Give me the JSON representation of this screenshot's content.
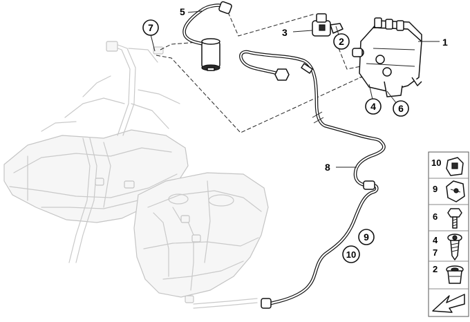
{
  "callouts": {
    "c1": "1",
    "c2": "2",
    "c3": "3",
    "c4": "4",
    "c5": "5",
    "c6": "6",
    "c7": "7",
    "c8": "8",
    "c9": "9",
    "c10": "10"
  },
  "legend": {
    "rows": [
      {
        "label": "10",
        "icon": "clip-holder-icon"
      },
      {
        "label": "9",
        "icon": "cable-clip-icon"
      },
      {
        "label": "6",
        "icon": "hex-bolt-icon"
      },
      {
        "label": "4\n7",
        "line1": "4",
        "line2": "7",
        "icon": "torx-screw-icon"
      },
      {
        "label": "2",
        "icon": "grommet-icon"
      }
    ],
    "footer_icon": "arrow-cursor-icon"
  },
  "colors": {
    "line": "#111111",
    "ghost": "#c9c9c9",
    "background": "#ffffff"
  }
}
